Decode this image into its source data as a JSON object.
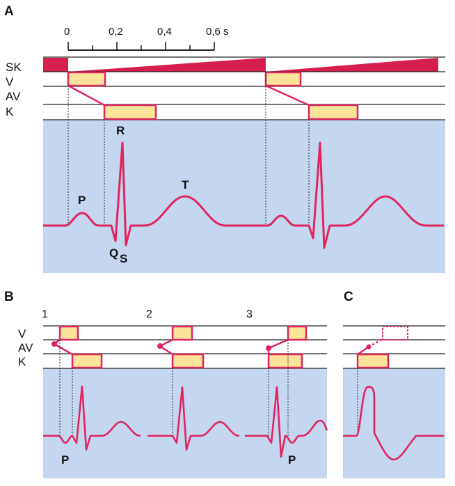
{
  "colors": {
    "ecg_background": "#c5d6f1",
    "wave": "#e0245e",
    "sk_fill": "#d61f4f",
    "box_fill": "#fbe49a",
    "box_stroke": "#e0245e",
    "line": "#222222"
  },
  "panel_a": {
    "letter": "A",
    "time_ticks": [
      "0",
      "0,2",
      "0,4",
      "0,6 s"
    ],
    "row_labels": [
      "SK",
      "V",
      "AV",
      "K"
    ],
    "wave_labels": {
      "p": "P",
      "r": "R",
      "t": "T",
      "q": "Q",
      "s": "S"
    }
  },
  "panel_b": {
    "letter": "B",
    "case_numbers": [
      "1",
      "2",
      "3"
    ],
    "row_labels": [
      "V",
      "AV",
      "K"
    ],
    "p_labels": [
      "P",
      "P"
    ]
  },
  "panel_c": {
    "letter": "C"
  }
}
